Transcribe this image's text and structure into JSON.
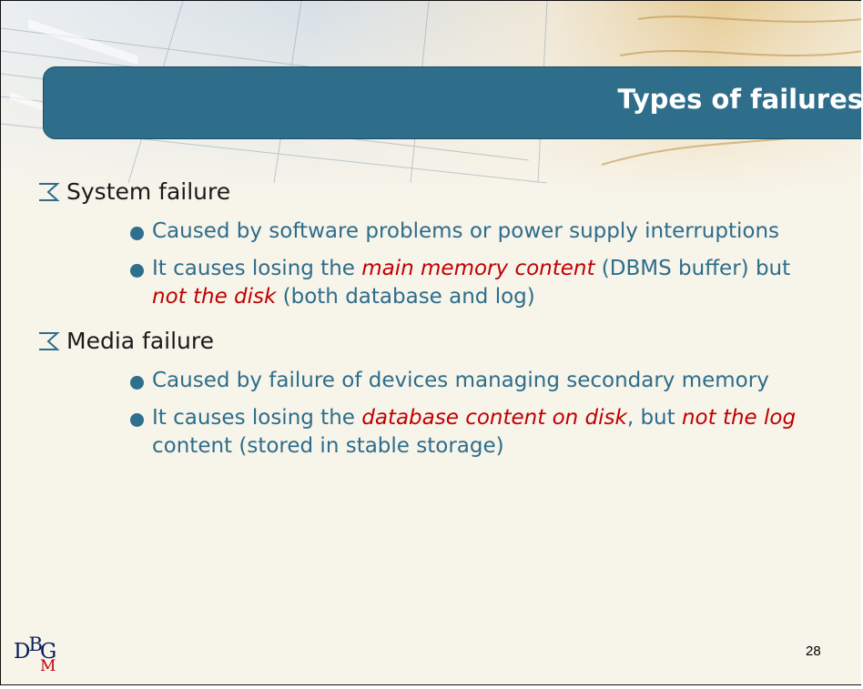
{
  "slide": {
    "title": "Types of failures",
    "page_number": "28",
    "logo": {
      "d": "D",
      "b": "B",
      "m": "M",
      "g": "G"
    }
  },
  "bullets": [
    {
      "heading": "System failure",
      "items": [
        {
          "segments": [
            {
              "text": "Caused by software problems or power supply interruptions",
              "em": false
            }
          ]
        },
        {
          "segments": [
            {
              "text": "It causes losing the ",
              "em": false
            },
            {
              "text": "main memory content",
              "em": true
            },
            {
              "text": " (DBMS buffer) but ",
              "em": false
            },
            {
              "text": "not the disk",
              "em": true
            },
            {
              "text": " (both database and log)",
              "em": false
            }
          ]
        }
      ]
    },
    {
      "heading": "Media failure",
      "items": [
        {
          "segments": [
            {
              "text": "Caused by failure of devices managing secondary memory",
              "em": false
            }
          ]
        },
        {
          "segments": [
            {
              "text": "It causes losing the ",
              "em": false
            },
            {
              "text": "database content on disk",
              "em": true
            },
            {
              "text": ", but ",
              "em": false
            },
            {
              "text": "not the log",
              "em": true
            },
            {
              "text": " content (stored in stable storage)",
              "em": false
            }
          ]
        }
      ]
    }
  ],
  "colors": {
    "title_bar": "#2e6e8b",
    "sub_bullet_text": "#2d6d8b",
    "emphasis": "#c00000"
  }
}
